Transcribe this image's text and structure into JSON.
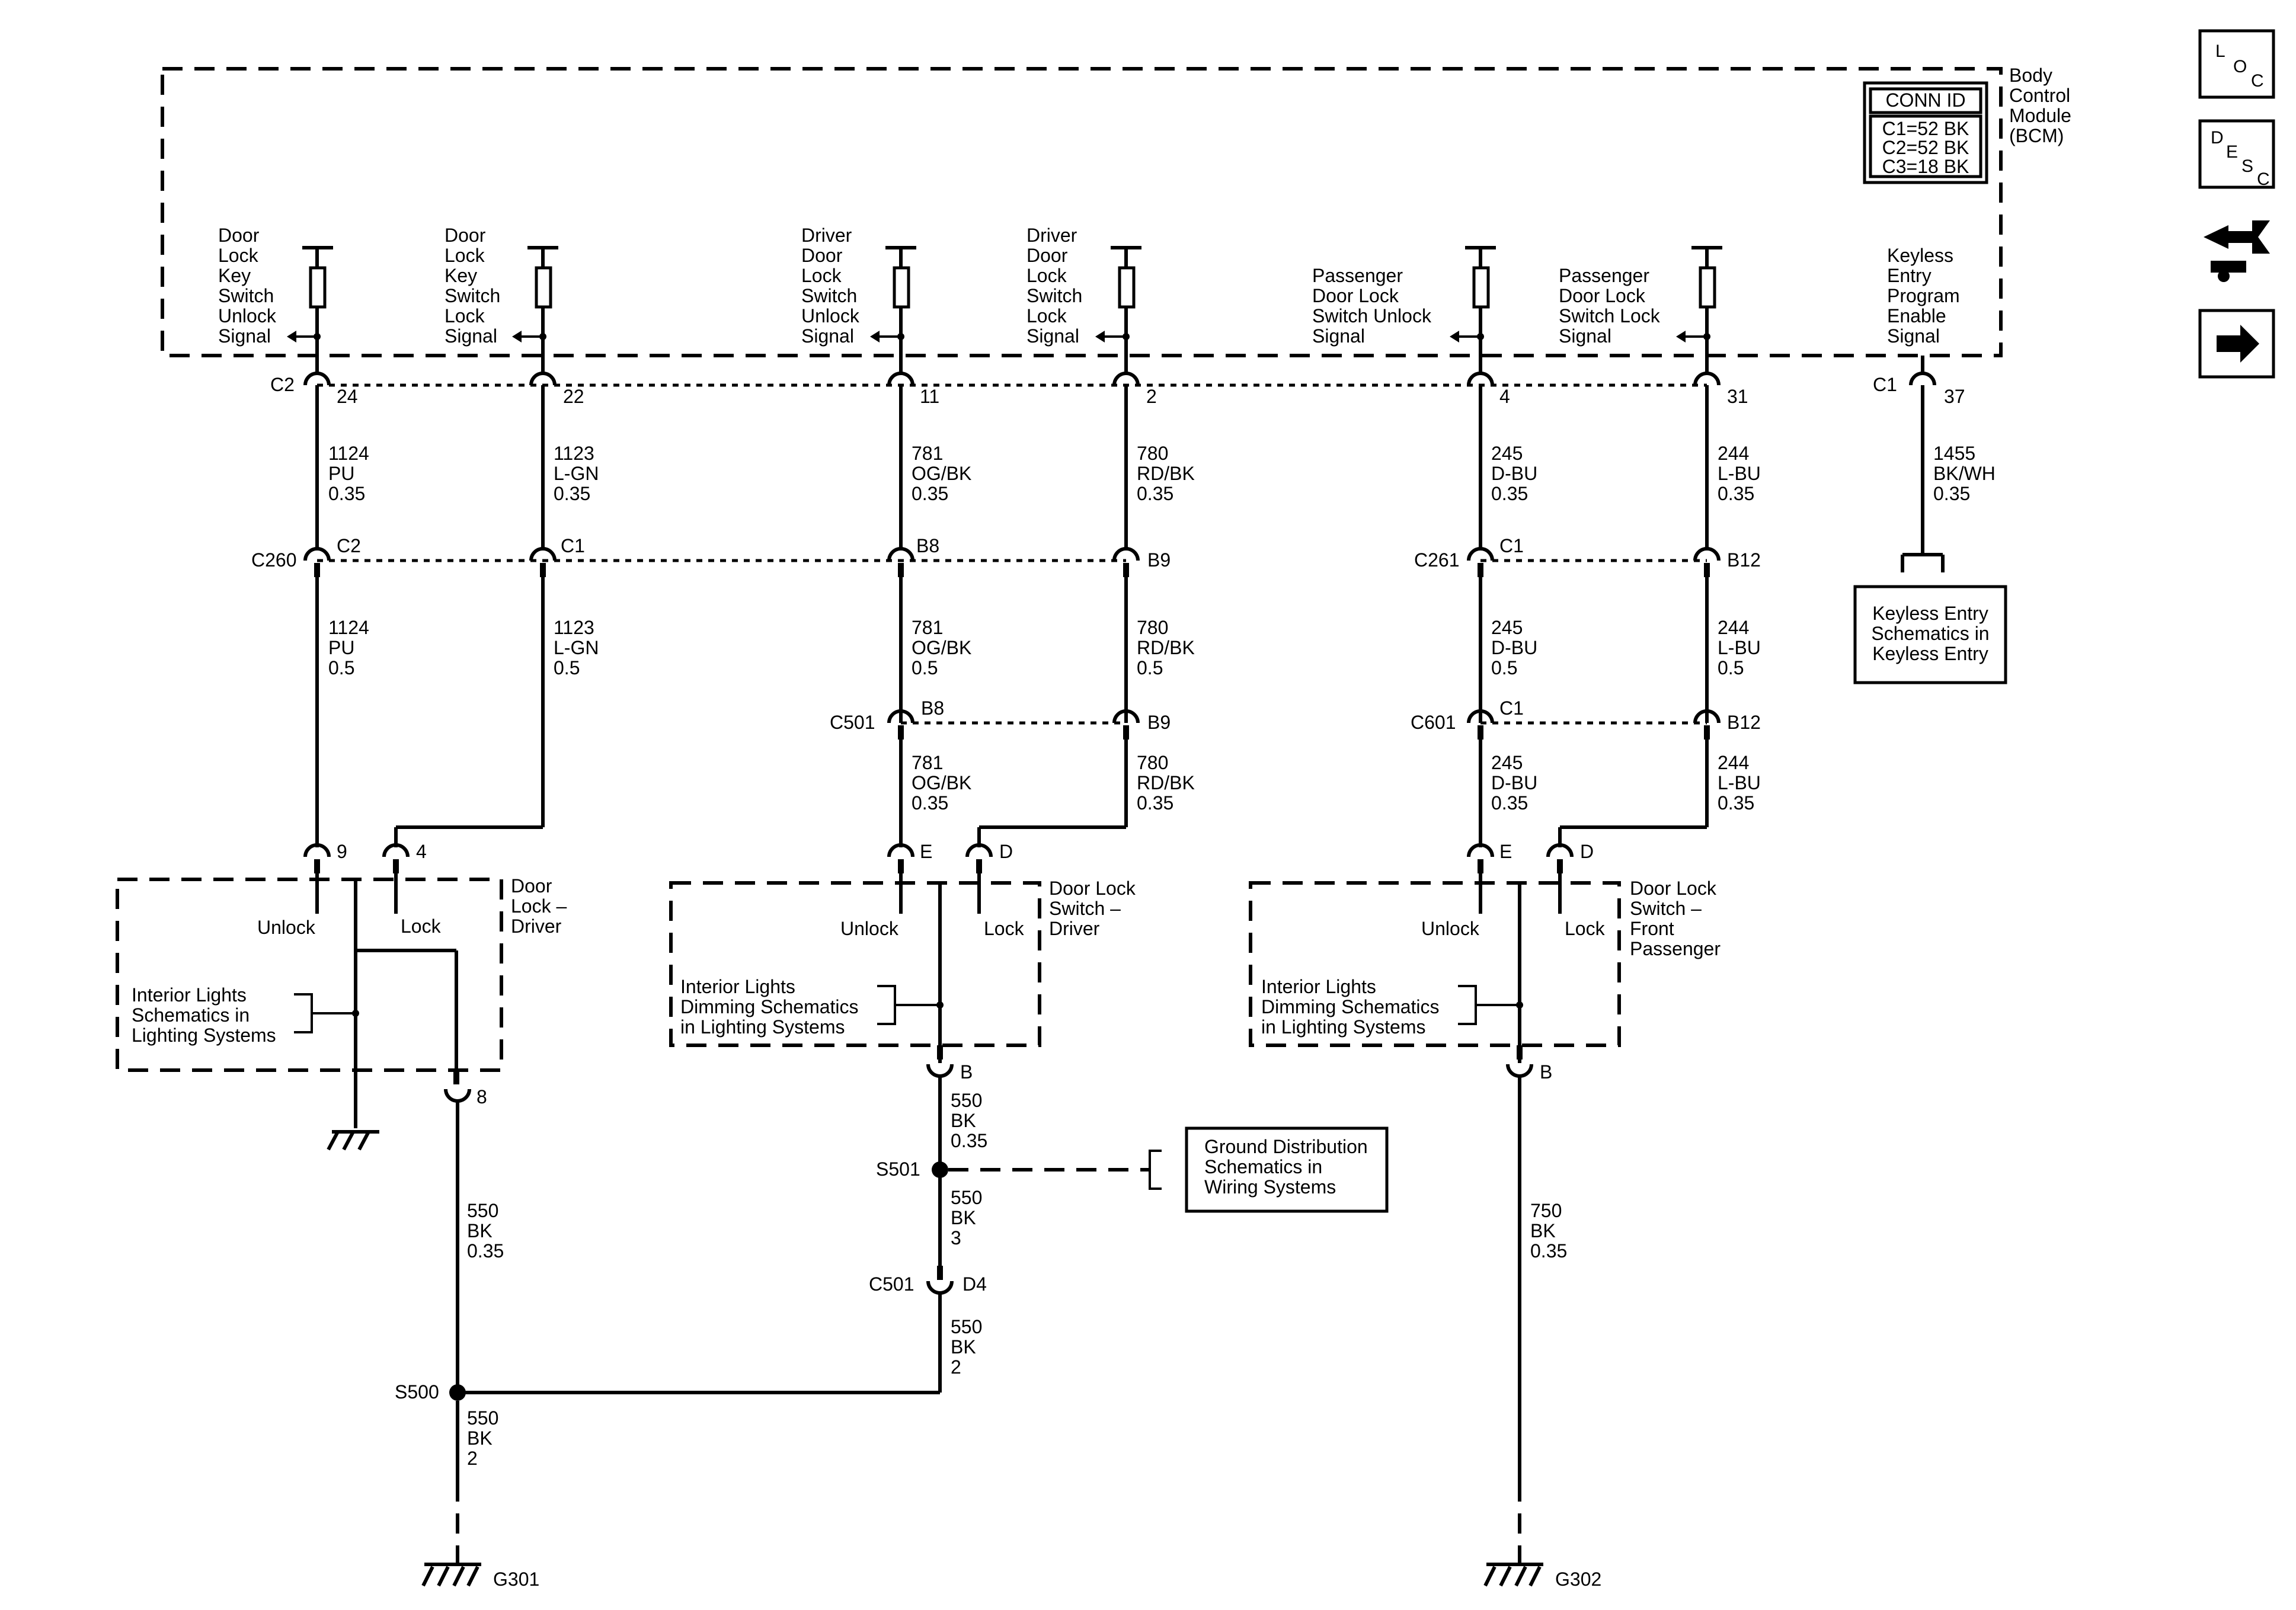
{
  "module": {
    "name_lines": [
      "Body",
      "Control",
      "Module",
      "(BCM)"
    ],
    "conn_id": {
      "title": "CONN ID",
      "rows": [
        "C1=52 BK",
        "C2=52 BK",
        "C3=18 BK"
      ]
    }
  },
  "side_icons": {
    "loc": [
      "L",
      "O",
      "C"
    ],
    "desc": [
      "D",
      "E",
      "S",
      "C"
    ],
    "connector_icon": "connector-icon",
    "next_icon": "arrow-right-icon"
  },
  "signals": [
    [
      "Door",
      "Lock",
      "Key",
      "Switch",
      "Unlock",
      "Signal"
    ],
    [
      "Door",
      "Lock",
      "Key",
      "Switch",
      "Lock",
      "Signal"
    ],
    [
      "Driver",
      "Door",
      "Lock",
      "Switch",
      "Unlock",
      "Signal"
    ],
    [
      "Driver",
      "Door",
      "Lock",
      "Switch",
      "Lock",
      "Signal"
    ],
    [
      "Passenger",
      "Door Lock",
      "Switch Unlock",
      "Signal"
    ],
    [
      "Passenger",
      "Door Lock",
      "Switch Lock",
      "Signal"
    ],
    [
      "Keyless",
      "Entry",
      "Program",
      "Enable",
      "Signal"
    ]
  ],
  "bcm_pins": {
    "conn_c2": "C2",
    "conn_c1": "C1",
    "pins": [
      "24",
      "22",
      "11",
      "2",
      "4",
      "31",
      "37"
    ]
  },
  "wires_upper": [
    [
      "1124",
      "PU",
      "0.35"
    ],
    [
      "1123",
      "L-GN",
      "0.35"
    ],
    [
      "781",
      "OG/BK",
      "0.35"
    ],
    [
      "780",
      "RD/BK",
      "0.35"
    ],
    [
      "245",
      "D-BU",
      "0.35"
    ],
    [
      "244",
      "L-BU",
      "0.35"
    ],
    [
      "1455",
      "BK/WH",
      "0.35"
    ]
  ],
  "inline_row1": {
    "c260": "C260",
    "c260_c2": "C2",
    "c260_c1": "C1",
    "b8": "B8",
    "b9": "B9",
    "c261": "C261",
    "c261_c1": "C1",
    "b12": "B12"
  },
  "wires_mid": [
    [
      "1124",
      "PU",
      "0.5"
    ],
    [
      "1123",
      "L-GN",
      "0.5"
    ],
    [
      "781",
      "OG/BK",
      "0.5"
    ],
    [
      "780",
      "RD/BK",
      "0.5"
    ],
    [
      "245",
      "D-BU",
      "0.5"
    ],
    [
      "244",
      "L-BU",
      "0.5"
    ]
  ],
  "keyless_box": [
    "Keyless Entry",
    "Schematics in",
    "Keyless Entry"
  ],
  "inline_row2": {
    "c501": "C501",
    "b8": "B8",
    "b9": "B9",
    "c601": "C601",
    "c1": "C1",
    "b12": "B12"
  },
  "wires_lower": [
    [
      "781",
      "OG/BK",
      "0.35"
    ],
    [
      "780",
      "RD/BK",
      "0.35"
    ],
    [
      "245",
      "D-BU",
      "0.35"
    ],
    [
      "244",
      "L-BU",
      "0.35"
    ]
  ],
  "switch_pins": {
    "p9": "9",
    "p4": "4",
    "e1": "E",
    "d1": "D",
    "e2": "E",
    "d2": "D"
  },
  "components": {
    "driver_lock": {
      "name": [
        "Door",
        "Lock –",
        "Driver"
      ],
      "unlock": "Unlock",
      "lock": "Lock"
    },
    "driver_switch": {
      "name": [
        "Door Lock",
        "Switch –",
        "Driver"
      ],
      "unlock": "Unlock",
      "lock": "Lock"
    },
    "pass_switch": {
      "name": [
        "Door Lock",
        "Switch –",
        "Front",
        "Passenger"
      ],
      "unlock": "Unlock",
      "lock": "Lock"
    },
    "interior_lights_1": [
      "Interior Lights",
      "Schematics in",
      "Lighting Systems"
    ],
    "interior_lights_2": [
      "Interior Lights",
      "Dimming Schematics",
      "in Lighting Systems"
    ],
    "interior_lights_3": [
      "Interior Lights",
      "Dimming Schematics",
      "in Lighting Systems"
    ]
  },
  "ground": {
    "pin8": "8",
    "pinB1": "B",
    "pinB2": "B",
    "w550a": [
      "550",
      "BK",
      "0.35"
    ],
    "w550b": [
      "550",
      "BK",
      "0.35"
    ],
    "s501": "S501",
    "w550c": [
      "550",
      "BK",
      "3"
    ],
    "c501": "C501",
    "d4": "D4",
    "w550d": [
      "550",
      "BK",
      "2"
    ],
    "s500": "S500",
    "w550e": [
      "550",
      "BK",
      "2"
    ],
    "w750": [
      "750",
      "BK",
      "0.35"
    ],
    "g301": "G301",
    "g302": "G302",
    "ground_box": [
      "Ground Distribution",
      "Schematics in",
      "Wiring Systems"
    ]
  }
}
